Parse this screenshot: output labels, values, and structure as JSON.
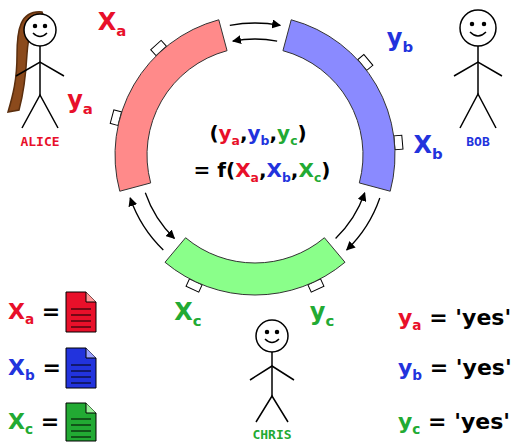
{
  "diagram": {
    "nodes": [
      {
        "text": [
          "Xa",
          "ya"
        ]
      },
      {
        "text": [
          "yb",
          "Xb"
        ]
      },
      {
        "text": [
          "Xc",
          "yc"
        ]
      }
    ],
    "edges": [
      {
        "from": 0,
        "to": 1,
        "arrow": "to"
      },
      {
        "from": 1,
        "to": 0,
        "arrow": "to"
      },
      {
        "from": 1,
        "to": 2,
        "arrow": "to"
      },
      {
        "from": 2,
        "to": 1,
        "arrow": "to"
      },
      {
        "from": 2,
        "to": 0,
        "arrow": "to"
      },
      {
        "from": 0,
        "to": 2,
        "arrow": "to"
      }
    ],
    "labels": [
      "(ya,yb,yc)",
      "= f(Xa,Xb,Xc)",
      "ALICE",
      "BOB",
      "CHRIS",
      "Xa =",
      "Xb =",
      "Xc =",
      "ya = 'yes'",
      "yb = 'yes'",
      "yc = 'yes'"
    ]
  }
}
